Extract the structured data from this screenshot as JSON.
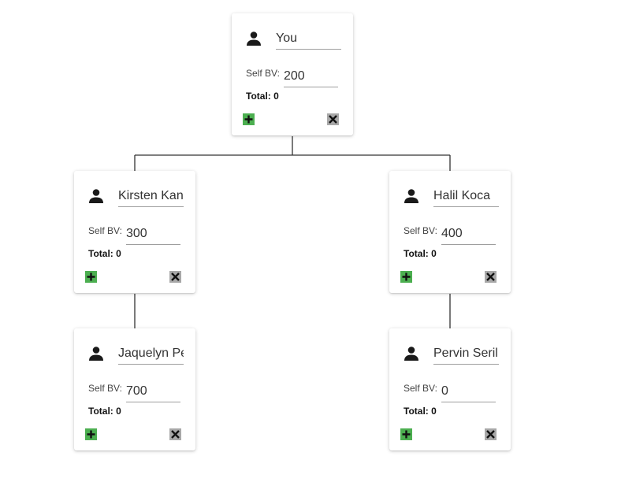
{
  "tree": {
    "bv_label": "Self BV:",
    "total_label": "Total:",
    "nodes": [
      {
        "name": "You",
        "self_bv": "200",
        "total": "0"
      },
      {
        "name": "Kirsten Kan",
        "self_bv": "300",
        "total": "0"
      },
      {
        "name": "Halil Koca",
        "self_bv": "400",
        "total": "0"
      },
      {
        "name": "Jaquelyn Pe",
        "self_bv": "700",
        "total": "0"
      },
      {
        "name": "Pervin Seril",
        "self_bv": "0",
        "total": "0"
      }
    ]
  },
  "icons": {
    "person": "person-icon",
    "add": "plus-icon",
    "remove": "close-icon"
  },
  "colors": {
    "add_button": "#4caf50",
    "remove_button": "#a8a8a8",
    "connector": "#333333"
  }
}
